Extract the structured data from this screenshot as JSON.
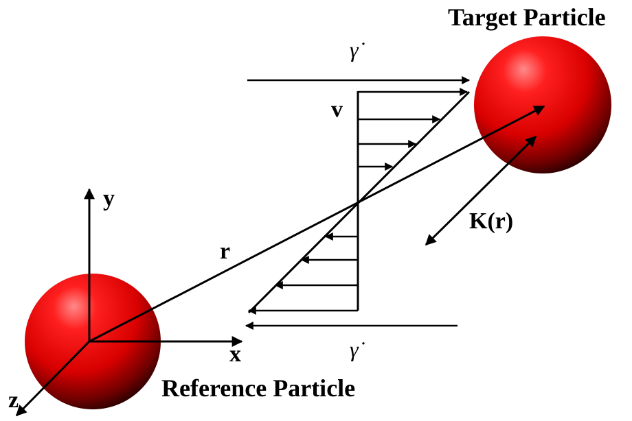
{
  "labels": {
    "target_particle": "Target Particle",
    "reference_particle": "Reference Particle",
    "axis_x": "x",
    "axis_y": "y",
    "axis_z": "z",
    "separation_vector": "r",
    "velocity": "v",
    "kernel": "K(r)",
    "shear_rate_top": "γ̇",
    "shear_rate_bottom": "γ̇"
  },
  "colors": {
    "particle": "#e01010",
    "particle_highlight": "#ff7a7a",
    "particle_shadow": "#3a0000",
    "line": "#000000"
  }
}
